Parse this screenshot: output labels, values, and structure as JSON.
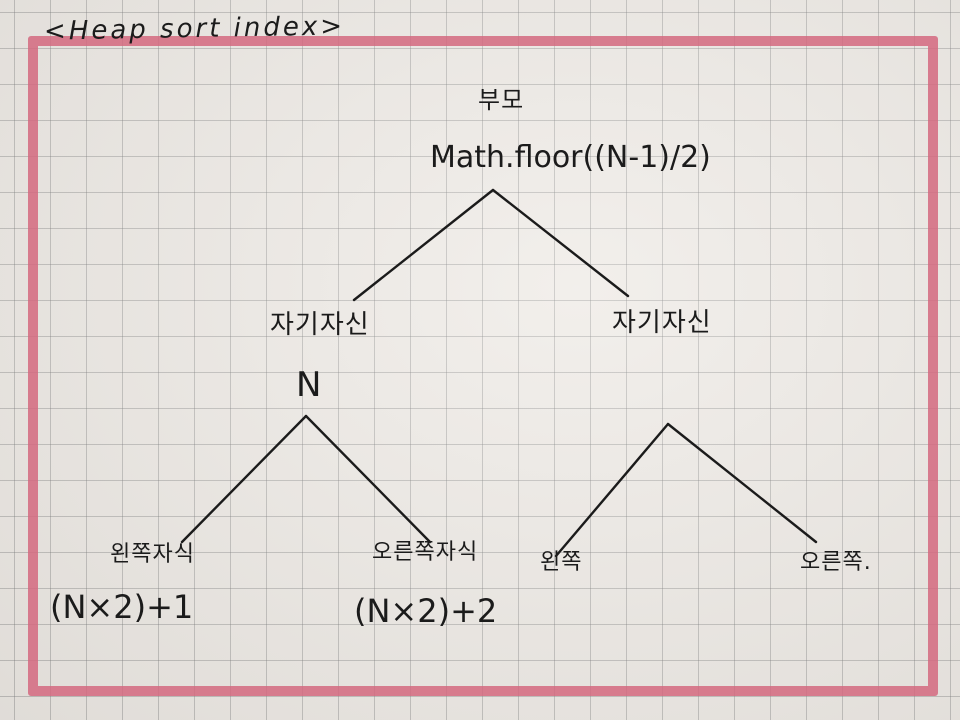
{
  "diagram": {
    "title": "<Heap sort index>",
    "root": {
      "label": "부모",
      "formula": "Math.floor((N-1)/2)"
    },
    "left_node": {
      "label": "자기자신",
      "symbol": "N",
      "left_child": {
        "label": "왼쪽자식",
        "formula": "(N×2)+1"
      },
      "right_child": {
        "label": "오른쪽자식",
        "formula": "(N×2)+2"
      }
    },
    "right_node": {
      "label": "자기자신",
      "left_child": {
        "label": "왼쪽"
      },
      "right_child": {
        "label": "오른쪽."
      }
    }
  },
  "colors": {
    "frame": "#d3697f",
    "ink": "#1b1b1b",
    "paper": "#eeeae5",
    "grid": "#9a9a9a"
  }
}
